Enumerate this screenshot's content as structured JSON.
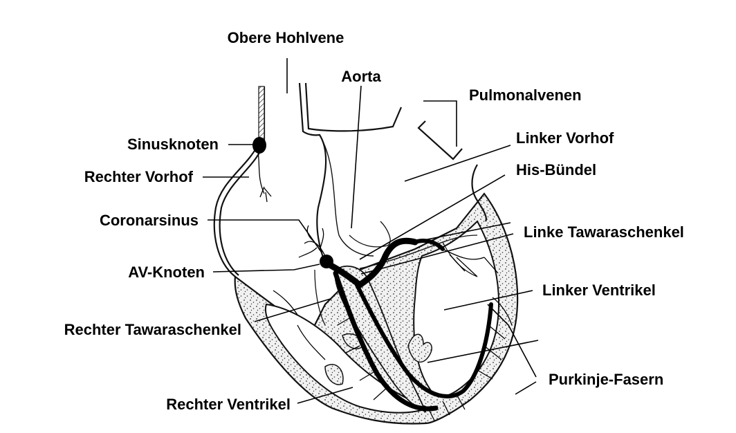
{
  "labels": {
    "obere_hohlvene": "Obere Hohlvene",
    "aorta": "Aorta",
    "pulmonalvenen": "Pulmonalvenen",
    "sinusknoten": "Sinusknoten",
    "linker_vorhof": "Linker Vorhof",
    "rechter_vorhof": "Rechter Vorhof",
    "his_buendel": "His-Bündel",
    "coronarsinus": "Coronarsinus",
    "linke_tawaraschenkel": "Linke Tawaraschenkel",
    "av_knoten": "AV-Knoten",
    "linker_ventrikel": "Linker Ventrikel",
    "rechter_tawaraschenkel": "Rechter Tawaraschenkel",
    "purkinje_fasern": "Purkinje-Fasern",
    "rechter_ventrikel": "Rechter Ventrikel"
  }
}
